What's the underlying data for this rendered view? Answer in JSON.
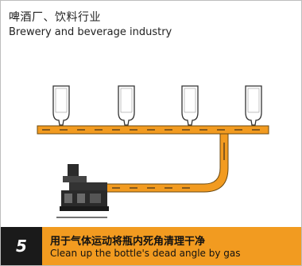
{
  "header": {
    "title_cn": "啤酒厂、饮料行业",
    "title_en": "Brewery and beverage industry"
  },
  "caption": {
    "step_number": "5",
    "text_cn": "用于气体运动将瓶内死角清理干净",
    "text_en": "Clean up the bottle's dead angle by gas"
  },
  "colors": {
    "pipe": "#f29b20",
    "pipe_stroke": "#6b4a12",
    "caption_bg": "#f29b20",
    "step_box": "#1a1a1a"
  }
}
